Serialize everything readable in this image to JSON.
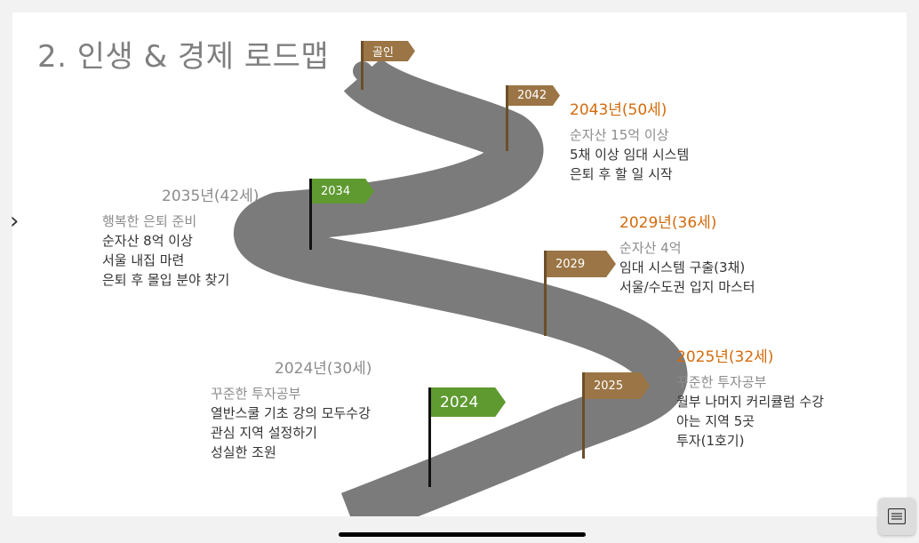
{
  "slide": {
    "title": "2. 인생 & 경제 로드맵"
  },
  "flags": {
    "goal": "골인",
    "y2042": "2042",
    "y2034": "2034",
    "y2029": "2029",
    "y2025": "2025",
    "y2024": "2024"
  },
  "milestones": {
    "m2043": {
      "heading": "2043년(50세)",
      "lines": [
        "순자산 15억 이상",
        "5채 이상 임대 시스템",
        "은퇴 후 할 일 시작"
      ]
    },
    "m2035": {
      "heading": "2035년(42세)",
      "lines": [
        "행복한 은퇴 준비",
        "순자산 8억 이상",
        "서울 내집 마련",
        "은퇴 후 몰입 분야 찾기"
      ]
    },
    "m2029": {
      "heading": "2029년(36세)",
      "lines": [
        "순자산 4억",
        "임대 시스템 구출(3채)",
        "서울/수도권 입지 마스터"
      ]
    },
    "m2025": {
      "heading": "2025년(32세)",
      "lines": [
        "꾸준한 투자공부",
        "월부 나머지 커리큘럼 수강",
        "아는 지역 5곳",
        "투자(1호기)"
      ]
    },
    "m2024": {
      "heading": "2024년(30세)",
      "lines": [
        "꾸준한 투자공부",
        "열반스쿨 기초 강의 모두수강",
        "관심 지역 설정하기",
        "성실한 조원"
      ]
    }
  },
  "colors": {
    "road": "#7b7b7b",
    "brown_flag": "#9b7545",
    "green_flag": "#5f9a31",
    "orange_text": "#d36b0e",
    "gray_text": "#8c8c8c"
  },
  "icons": {
    "nav": "chevron-right-icon",
    "notes": "notes-icon"
  }
}
